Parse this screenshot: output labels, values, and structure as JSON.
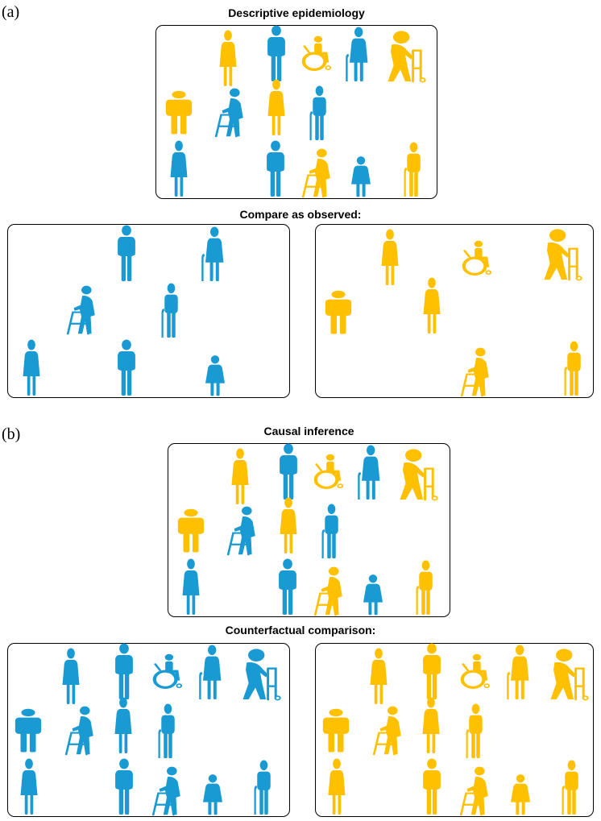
{
  "colors": {
    "blue": "#1a9ad3",
    "yellow": "#ffc000"
  },
  "panel_a": {
    "label": "(a)",
    "title": "Descriptive epidemiology",
    "subtitle": "Compare as observed:",
    "population": [
      {
        "type": "woman",
        "color": "yellow"
      },
      {
        "type": "man",
        "color": "blue"
      },
      {
        "type": "wheelchair",
        "color": "yellow"
      },
      {
        "type": "woman-cane",
        "color": "blue"
      },
      {
        "type": "walker-big",
        "color": "yellow"
      },
      {
        "type": "man-wide",
        "color": "yellow"
      },
      {
        "type": "walker-old",
        "color": "blue"
      },
      {
        "type": "woman",
        "color": "yellow"
      },
      {
        "type": "man-cane",
        "color": "blue"
      },
      {
        "type": "woman",
        "color": "blue"
      },
      {
        "type": "man",
        "color": "blue"
      },
      {
        "type": "walker-old",
        "color": "yellow"
      },
      {
        "type": "woman-short",
        "color": "blue"
      },
      {
        "type": "man-cane",
        "color": "yellow"
      }
    ],
    "group_blue": [
      {
        "type": "man",
        "color": "blue"
      },
      {
        "type": "woman-cane",
        "color": "blue"
      },
      {
        "type": "walker-old",
        "color": "blue"
      },
      {
        "type": "man-cane",
        "color": "blue"
      },
      {
        "type": "woman",
        "color": "blue"
      },
      {
        "type": "man",
        "color": "blue"
      },
      {
        "type": "woman-short",
        "color": "blue"
      }
    ],
    "group_yellow": [
      {
        "type": "woman",
        "color": "yellow"
      },
      {
        "type": "wheelchair",
        "color": "yellow"
      },
      {
        "type": "walker-big",
        "color": "yellow"
      },
      {
        "type": "man-wide",
        "color": "yellow"
      },
      {
        "type": "woman",
        "color": "yellow"
      },
      {
        "type": "walker-old",
        "color": "yellow"
      },
      {
        "type": "man-cane",
        "color": "yellow"
      }
    ]
  },
  "panel_b": {
    "label": "(b)",
    "title": "Causal inference",
    "subtitle": "Counterfactual comparison:",
    "population": [
      {
        "type": "woman",
        "color": "yellow"
      },
      {
        "type": "man",
        "color": "blue"
      },
      {
        "type": "wheelchair",
        "color": "yellow"
      },
      {
        "type": "woman-cane",
        "color": "blue"
      },
      {
        "type": "walker-big",
        "color": "yellow"
      },
      {
        "type": "man-wide",
        "color": "yellow"
      },
      {
        "type": "walker-old",
        "color": "blue"
      },
      {
        "type": "woman",
        "color": "yellow"
      },
      {
        "type": "man-cane",
        "color": "blue"
      },
      {
        "type": "woman",
        "color": "blue"
      },
      {
        "type": "man",
        "color": "blue"
      },
      {
        "type": "walker-old",
        "color": "yellow"
      },
      {
        "type": "woman-short",
        "color": "blue"
      },
      {
        "type": "man-cane",
        "color": "yellow"
      }
    ],
    "all_blue": [
      {
        "type": "woman",
        "color": "blue"
      },
      {
        "type": "man",
        "color": "blue"
      },
      {
        "type": "wheelchair",
        "color": "blue"
      },
      {
        "type": "woman-cane",
        "color": "blue"
      },
      {
        "type": "walker-big",
        "color": "blue"
      },
      {
        "type": "man-wide",
        "color": "blue"
      },
      {
        "type": "walker-old",
        "color": "blue"
      },
      {
        "type": "woman",
        "color": "blue"
      },
      {
        "type": "man-cane",
        "color": "blue"
      },
      {
        "type": "woman",
        "color": "blue"
      },
      {
        "type": "man",
        "color": "blue"
      },
      {
        "type": "walker-old",
        "color": "blue"
      },
      {
        "type": "woman-short",
        "color": "blue"
      },
      {
        "type": "man-cane",
        "color": "blue"
      }
    ],
    "all_yellow": [
      {
        "type": "woman",
        "color": "yellow"
      },
      {
        "type": "man",
        "color": "yellow"
      },
      {
        "type": "wheelchair",
        "color": "yellow"
      },
      {
        "type": "woman-cane",
        "color": "yellow"
      },
      {
        "type": "walker-big",
        "color": "yellow"
      },
      {
        "type": "man-wide",
        "color": "yellow"
      },
      {
        "type": "walker-old",
        "color": "yellow"
      },
      {
        "type": "woman",
        "color": "yellow"
      },
      {
        "type": "man-cane",
        "color": "yellow"
      },
      {
        "type": "woman",
        "color": "yellow"
      },
      {
        "type": "man",
        "color": "yellow"
      },
      {
        "type": "walker-old",
        "color": "yellow"
      },
      {
        "type": "woman-short",
        "color": "yellow"
      },
      {
        "type": "man-cane",
        "color": "yellow"
      }
    ]
  }
}
